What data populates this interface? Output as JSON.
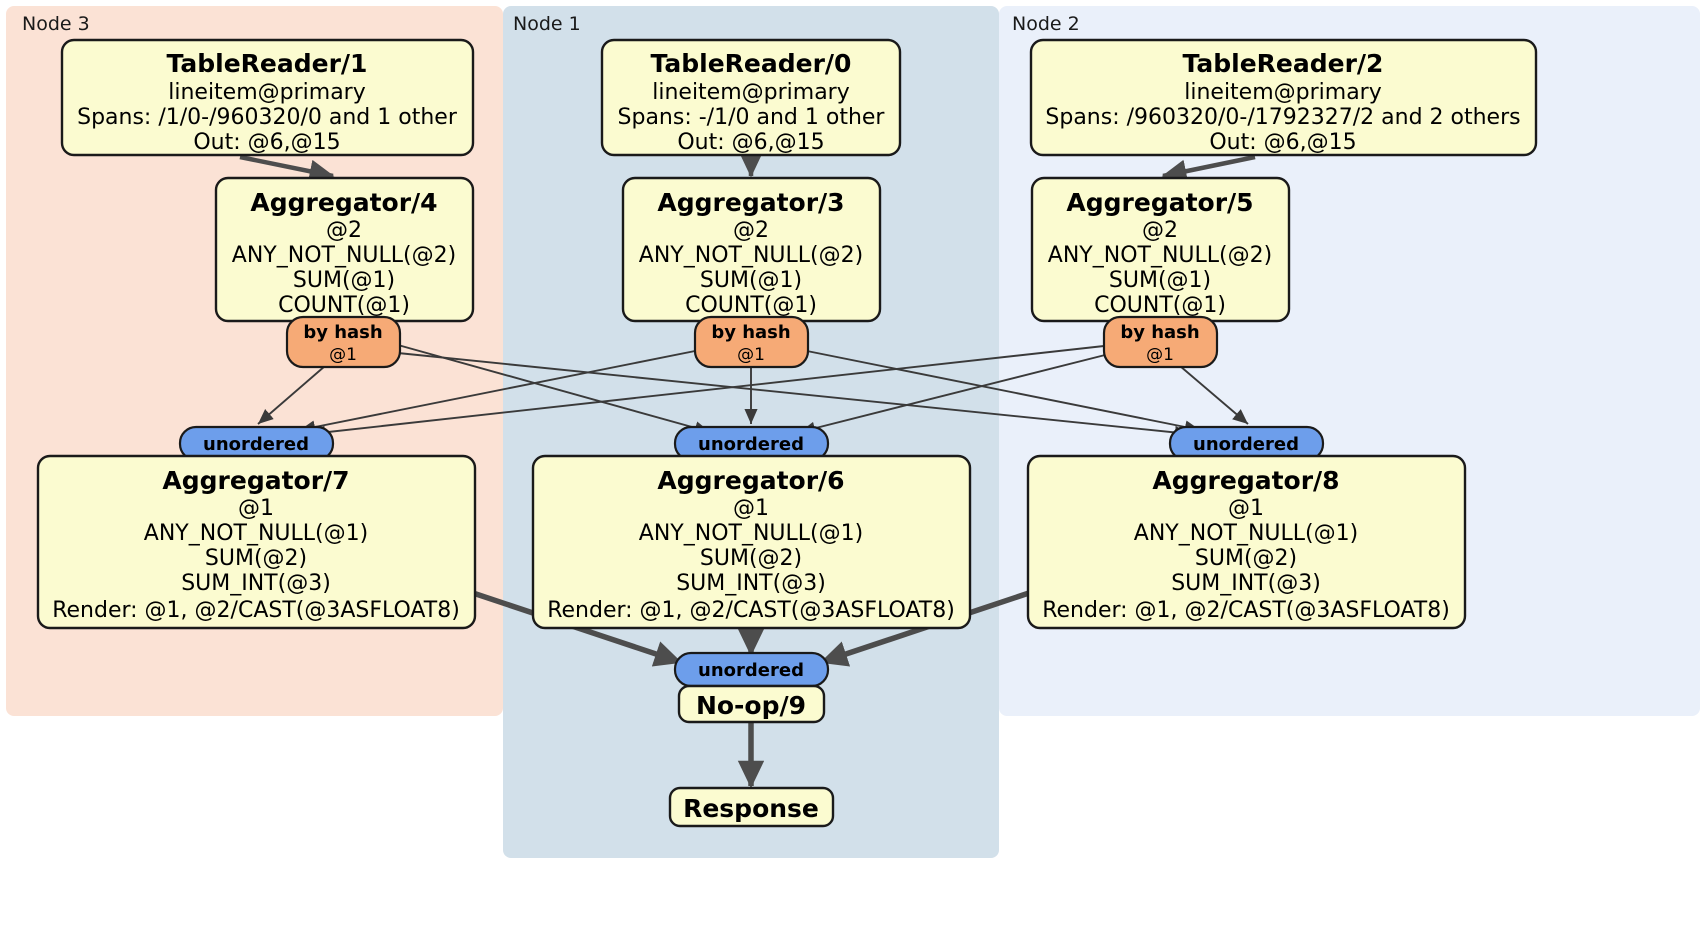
{
  "diagram": {
    "type": "distributed-query-plan",
    "title": "",
    "colors": {
      "node3_panel": "#fbe2d5",
      "node1_panel": "#d2e0ea",
      "node2_panel": "#eaf0fa",
      "processor_box": "#fbfbd0",
      "hash_router": "#f6aa76",
      "unordered_router": "#6d9eeb",
      "edge": "#4d4d4d",
      "border": "#1a1a1a"
    },
    "panels": [
      {
        "id": "node3",
        "label": "Node 3"
      },
      {
        "id": "node1",
        "label": "Node 1"
      },
      {
        "id": "node2",
        "label": "Node 2"
      }
    ],
    "processors": {
      "tablereader1": {
        "title": "TableReader/1",
        "lines": [
          "lineitem@primary",
          "Spans: /1/0-/960320/0 and 1 other",
          "Out: @6,@15"
        ]
      },
      "tablereader0": {
        "title": "TableReader/0",
        "lines": [
          "lineitem@primary",
          "Spans: -/1/0 and 1 other",
          "Out: @6,@15"
        ]
      },
      "tablereader2": {
        "title": "TableReader/2",
        "lines": [
          "lineitem@primary",
          "Spans: /960320/0-/1792327/2 and 2 others",
          "Out: @6,@15"
        ]
      },
      "aggregator4": {
        "title": "Aggregator/4",
        "lines": [
          "@2",
          "ANY_NOT_NULL(@2)",
          "SUM(@1)",
          "COUNT(@1)"
        ]
      },
      "aggregator3": {
        "title": "Aggregator/3",
        "lines": [
          "@2",
          "ANY_NOT_NULL(@2)",
          "SUM(@1)",
          "COUNT(@1)"
        ]
      },
      "aggregator5": {
        "title": "Aggregator/5",
        "lines": [
          "@2",
          "ANY_NOT_NULL(@2)",
          "SUM(@1)",
          "COUNT(@1)"
        ]
      },
      "aggregator7": {
        "title": "Aggregator/7",
        "lines": [
          "@1",
          "ANY_NOT_NULL(@1)",
          "SUM(@2)",
          "SUM_INT(@3)",
          "Render: @1, @2/CAST(@3ASFLOAT8)"
        ]
      },
      "aggregator6": {
        "title": "Aggregator/6",
        "lines": [
          "@1",
          "ANY_NOT_NULL(@1)",
          "SUM(@2)",
          "SUM_INT(@3)",
          "Render: @1, @2/CAST(@3ASFLOAT8)"
        ]
      },
      "aggregator8": {
        "title": "Aggregator/8",
        "lines": [
          "@1",
          "ANY_NOT_NULL(@1)",
          "SUM(@2)",
          "SUM_INT(@3)",
          "Render: @1, @2/CAST(@3ASFLOAT8)"
        ]
      },
      "noop9": {
        "title": "No-op/9",
        "lines": []
      },
      "response": {
        "title": "Response",
        "lines": []
      }
    },
    "routers": {
      "hash_left": {
        "label": "by hash",
        "sub": "@1"
      },
      "hash_mid": {
        "label": "by hash",
        "sub": "@1"
      },
      "hash_right": {
        "label": "by hash",
        "sub": "@1"
      },
      "unordered_left": {
        "label": "unordered",
        "sub": ""
      },
      "unordered_mid": {
        "label": "unordered",
        "sub": ""
      },
      "unordered_right": {
        "label": "unordered",
        "sub": ""
      },
      "unordered_final": {
        "label": "unordered",
        "sub": ""
      }
    }
  }
}
